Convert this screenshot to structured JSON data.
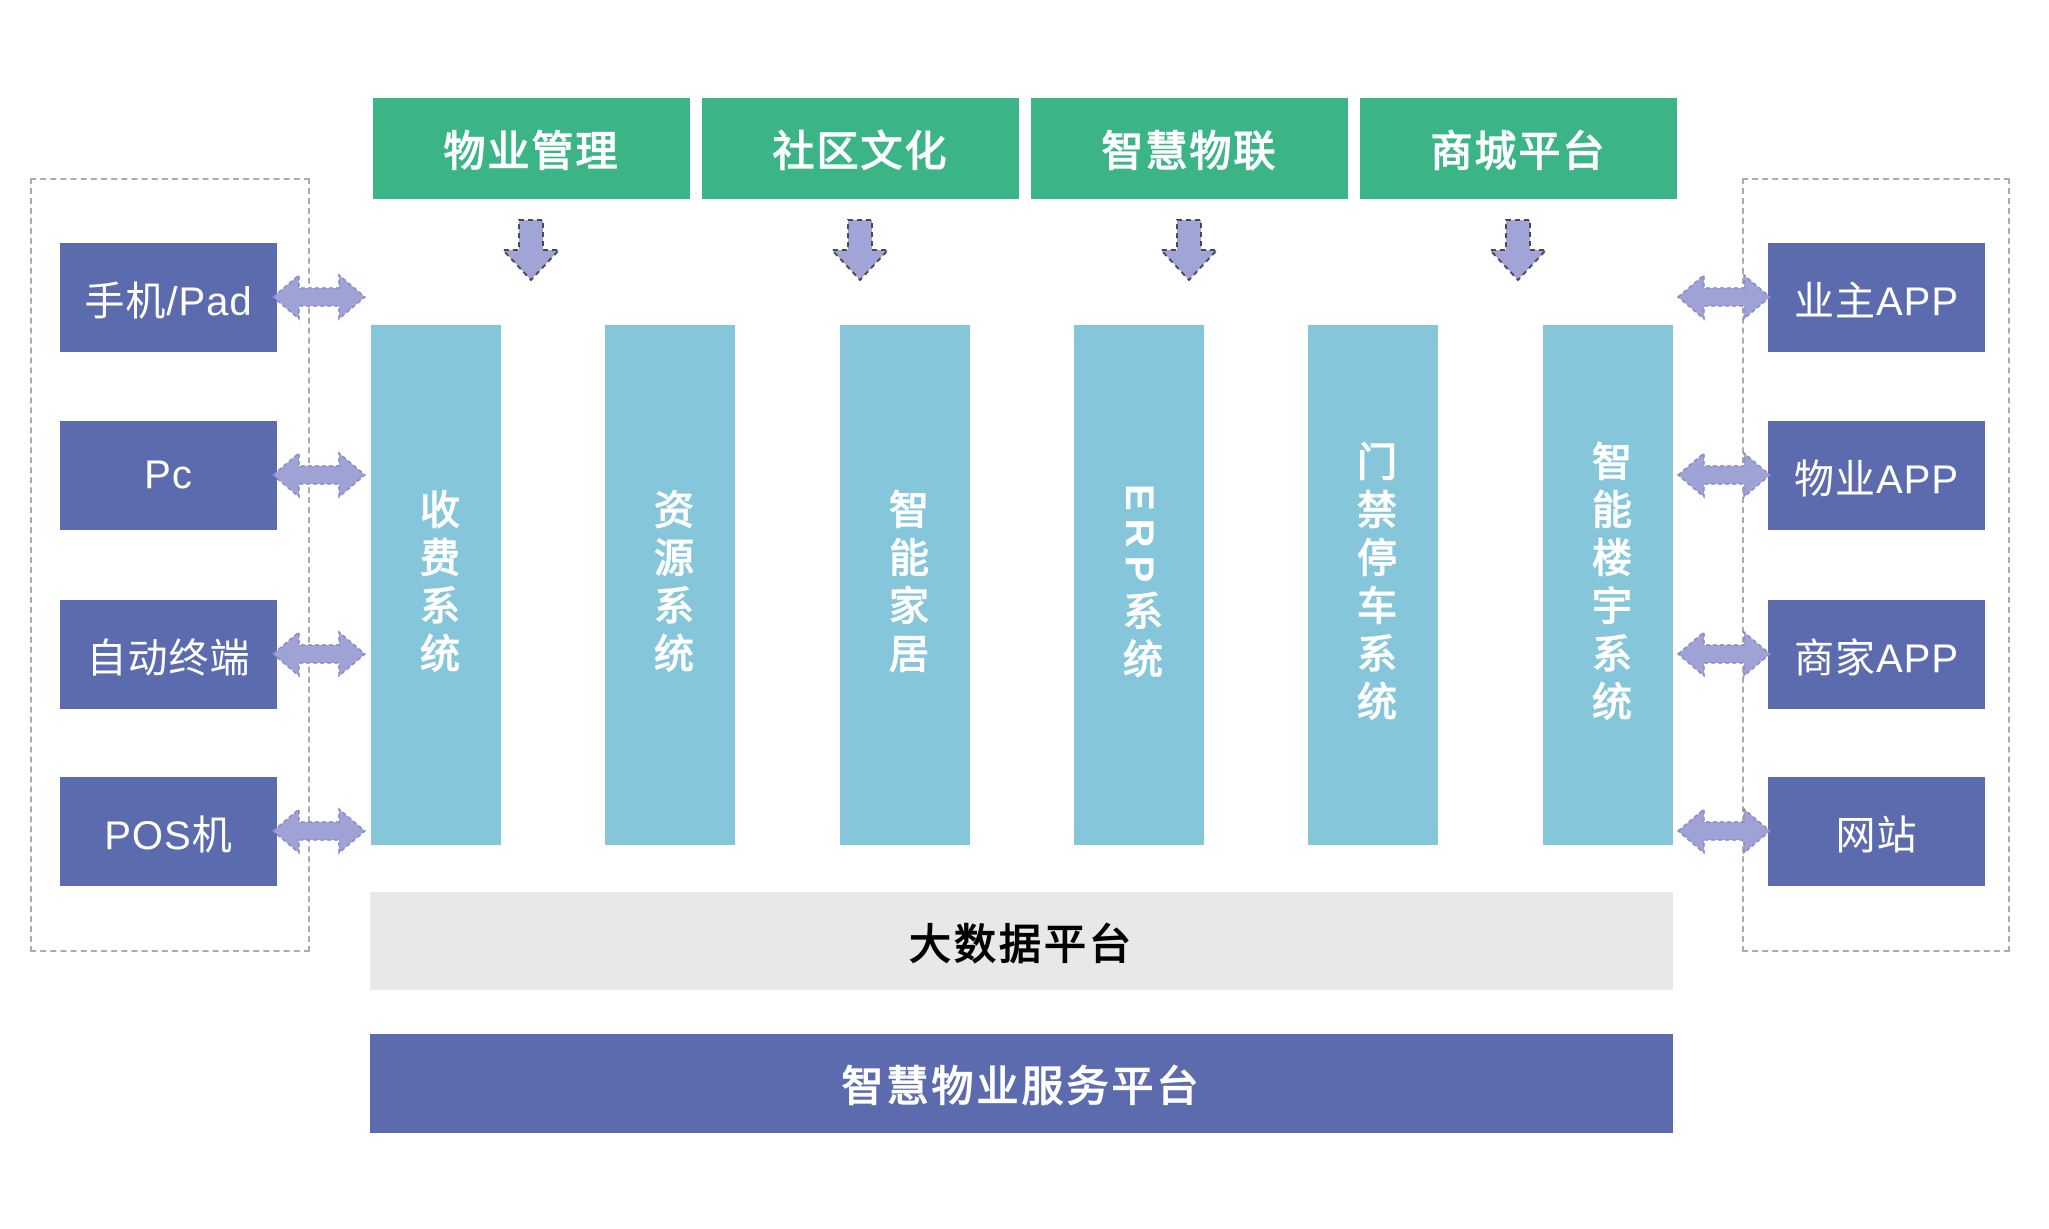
{
  "top_modules": [
    "物业管理",
    "社区文化",
    "智慧物联",
    "商城平台"
  ],
  "left_devices": [
    "手机/Pad",
    "Pc",
    "自动终端",
    "POS机"
  ],
  "right_apps": [
    "业主APP",
    "物业APP",
    "商家APP",
    "网站"
  ],
  "systems": [
    "收费系统",
    "资源系统",
    "智能家居",
    "ERP系统",
    "门禁停车系统",
    "智能楼宇系统"
  ],
  "bars": {
    "big_data": "大数据平台",
    "platform": "智慧物业服务平台"
  },
  "colors": {
    "module_green": "#3BB488",
    "box_purple": "#5B6BAE",
    "column_teal": "#85C6DA",
    "arrow_lavender": "#9EA2D4",
    "big_data_gray": "#E8E8E8",
    "dashed_border_gray": "#ABABAB"
  }
}
